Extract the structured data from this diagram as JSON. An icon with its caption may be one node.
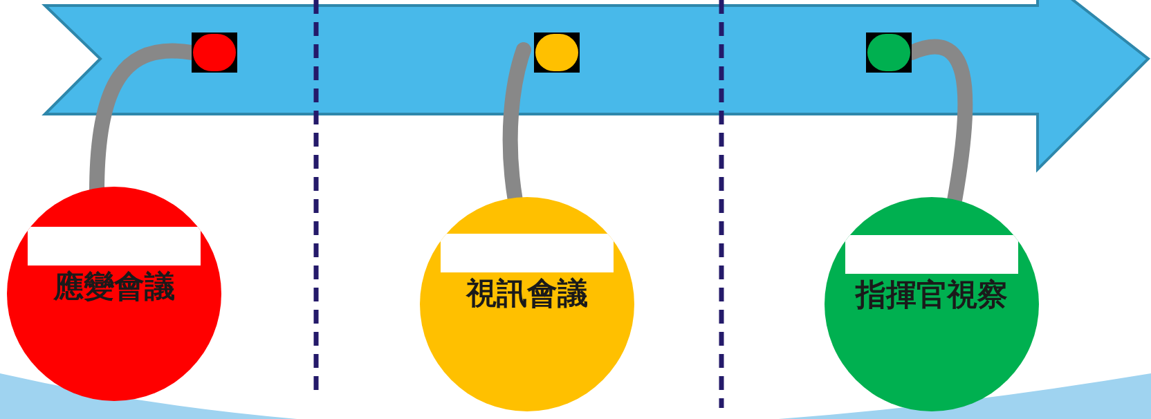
{
  "diagram": {
    "nodes": [
      {
        "text": [],
        "shape": "circle"
      },
      {
        "text": [],
        "shape": "circle"
      },
      {
        "text": [],
        "shape": "circle"
      },
      {
        "text": [
          "應變會議"
        ]
      },
      {
        "text": [
          "視訊會議"
        ]
      },
      {
        "text": [
          "指揮官視察"
        ]
      },
      {
        "text": [],
        "shape": "box",
        "in": 3
      },
      {
        "text": [],
        "shape": "box",
        "in": 4
      },
      {
        "text": [],
        "shape": "box",
        "in": 5
      }
    ],
    "edges": [
      {
        "from": 0,
        "to": 3,
        "arrow": "none"
      },
      {
        "from": 1,
        "to": 4,
        "arrow": "none"
      },
      {
        "from": 2,
        "to": 5,
        "arrow": "none"
      }
    ]
  }
}
